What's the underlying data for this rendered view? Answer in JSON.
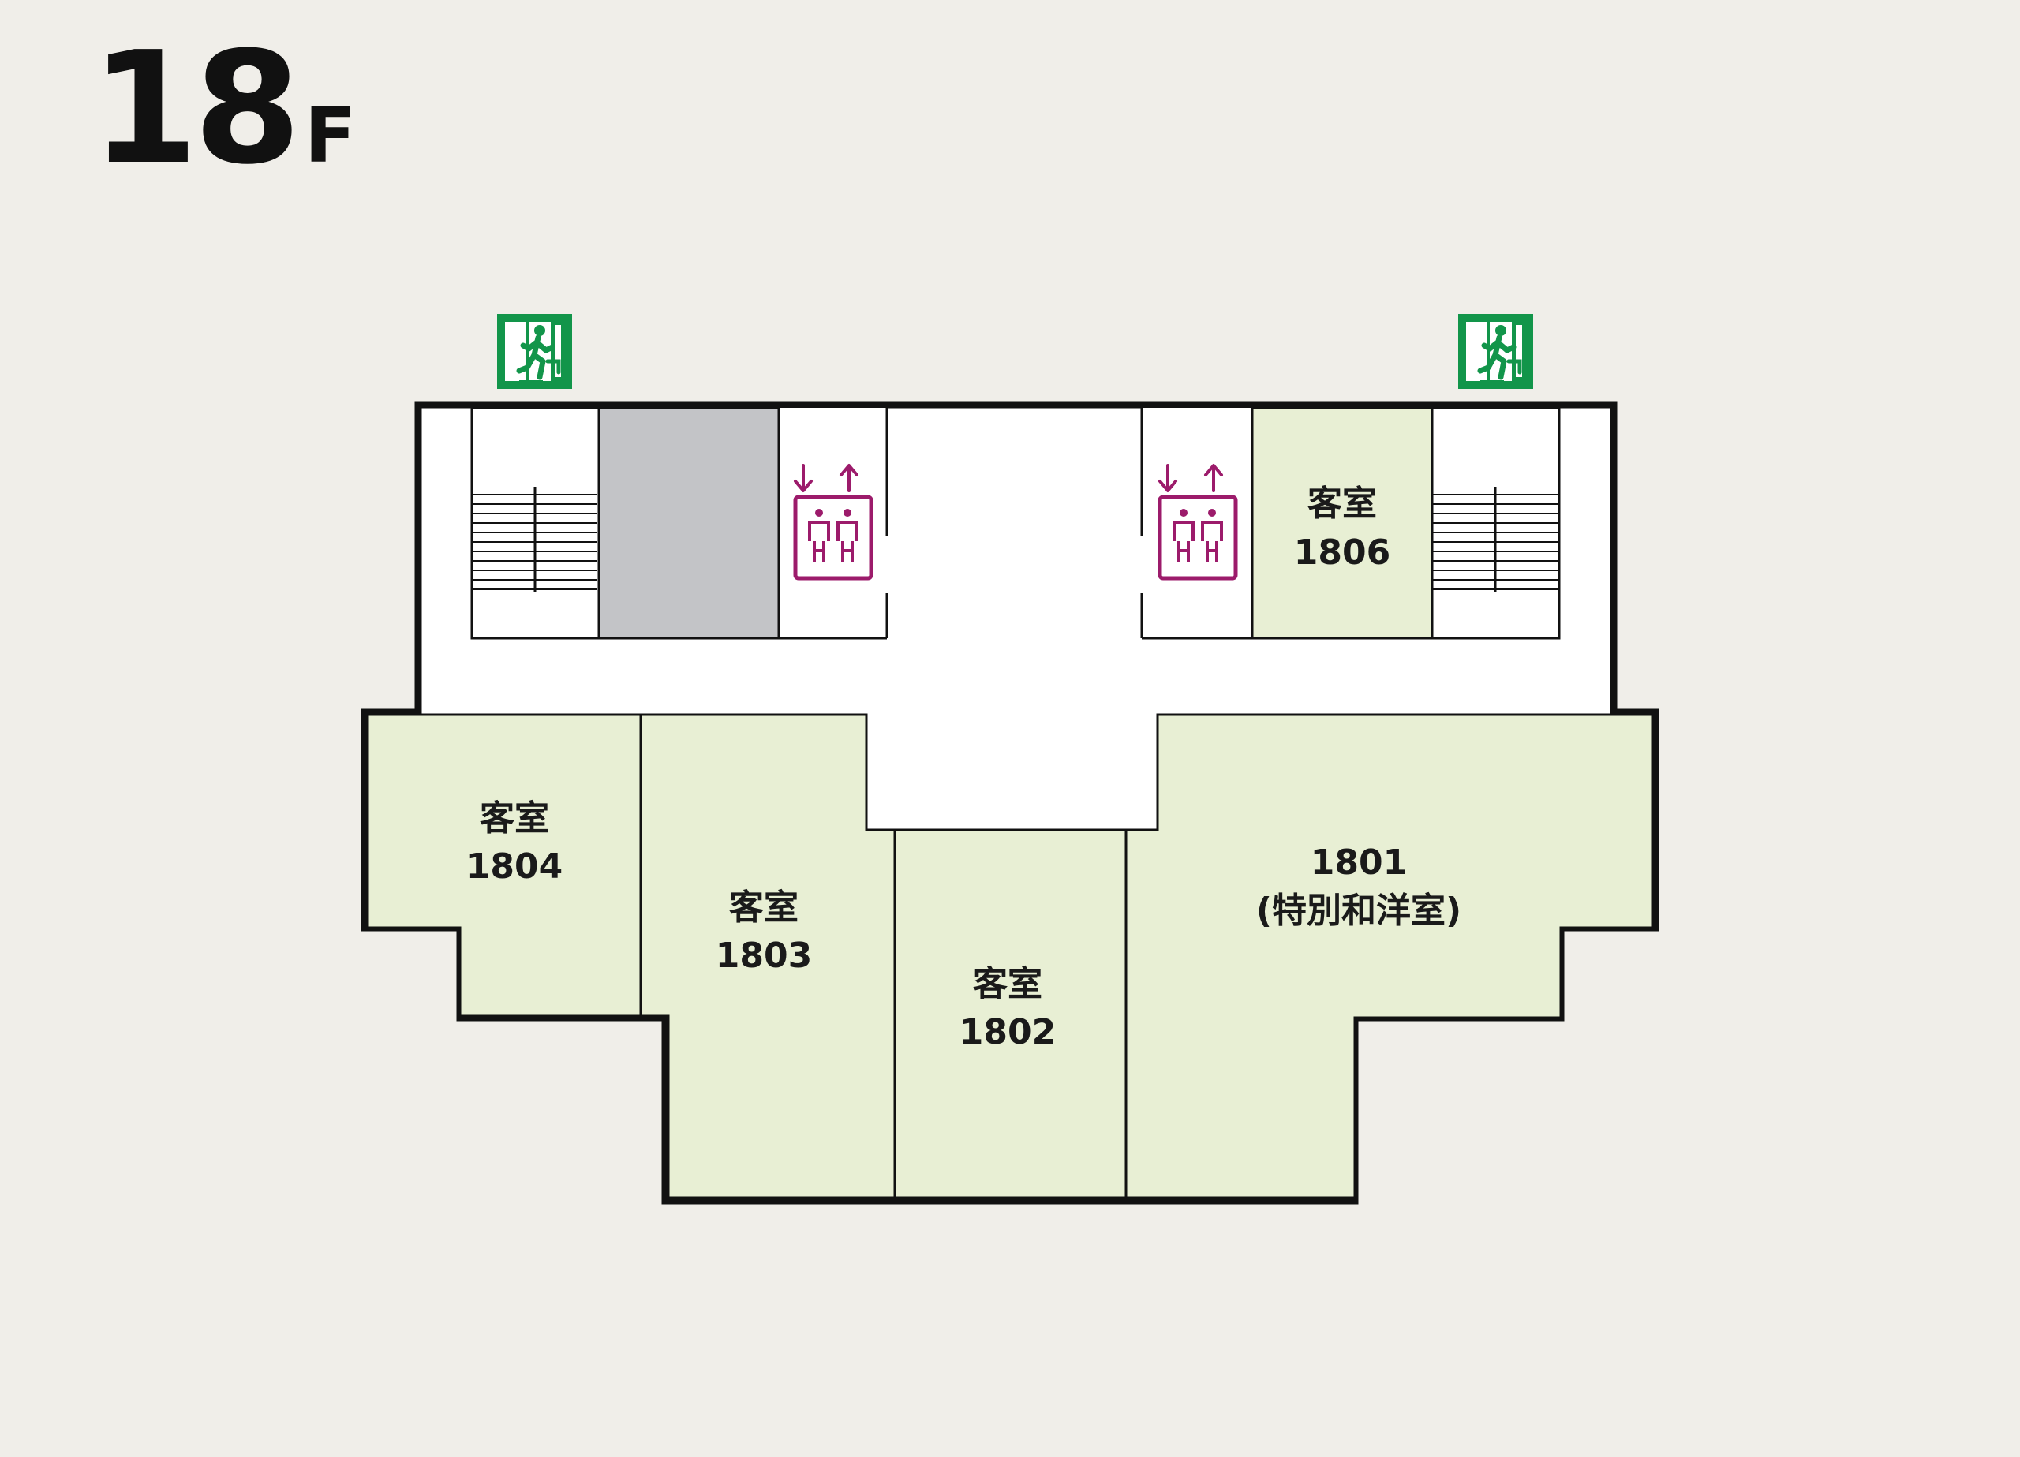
{
  "floor": {
    "number": "18",
    "unit": "F"
  },
  "colors": {
    "background": "#f0eee9",
    "room_fill": "#e8efd4",
    "corridor_fill": "#ffffff",
    "utility_fill": "#c3c4c7",
    "wall": "#111111",
    "elevator": "#9c1b6b",
    "exit_sign": "#12954a"
  },
  "rooms": [
    {
      "label": "客室",
      "number": "1806"
    },
    {
      "label": "客室",
      "number": "1804"
    },
    {
      "label": "客室",
      "number": "1803"
    },
    {
      "label": "客室",
      "number": "1802"
    },
    {
      "label": "1801",
      "number": "(特別和洋室)"
    }
  ],
  "icons": {
    "exit": "emergency-exit-icon",
    "elevator": "elevator-icon",
    "stairs": "stairs-icon"
  }
}
